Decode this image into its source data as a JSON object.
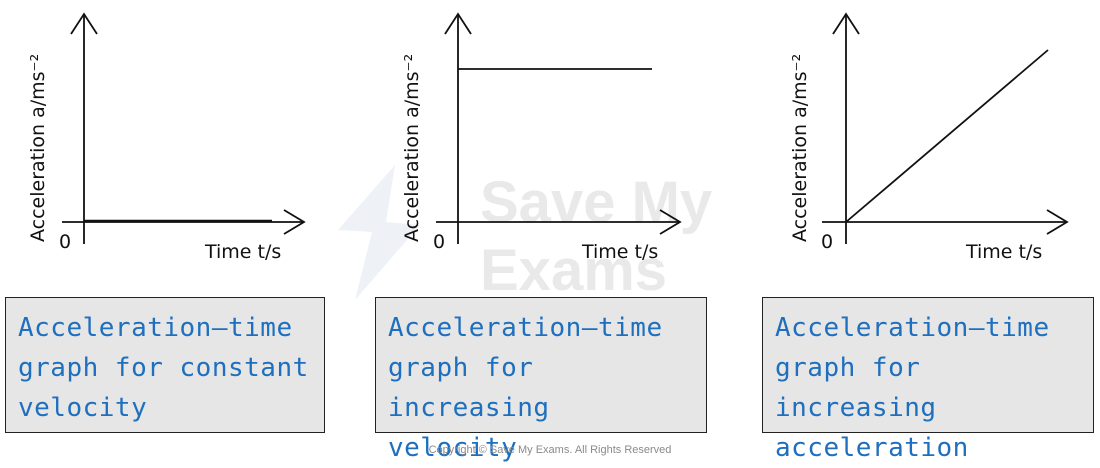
{
  "watermark": {
    "line1": "Save My",
    "line2": "Exams"
  },
  "graphs": [
    {
      "x_label": "Time t/s",
      "y_label": "Acceleration a/ms⁻²",
      "origin": "0",
      "caption": "Acceleration–time\ngraph for constant\nvelocity"
    },
    {
      "x_label": "Time t/s",
      "y_label": "Acceleration a/ms⁻²",
      "origin": "0",
      "caption": "Acceleration–time\ngraph for increasing\nvelocity"
    },
    {
      "x_label": "Time t/s",
      "y_label": "Acceleration a/ms⁻²",
      "origin": "0",
      "caption": "Acceleration–time\ngraph for increasing\nacceleration"
    }
  ],
  "copyright": "Copyright © Save My Exams. All Rights Reserved",
  "colors": {
    "caption_text": "#1f6fbf",
    "caption_bg": "#e6e6e6",
    "line": "#111111"
  }
}
